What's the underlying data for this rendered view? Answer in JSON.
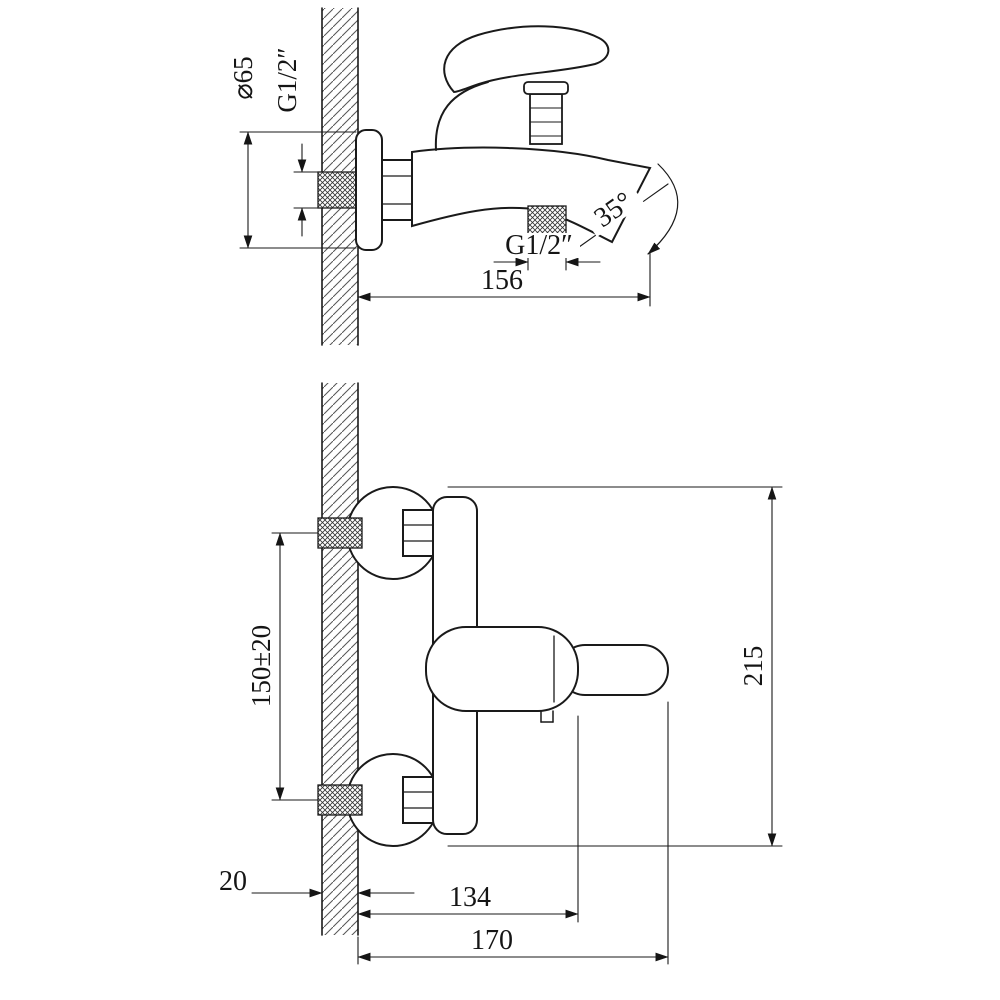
{
  "page": {
    "background": "#ffffff",
    "line_color": "#1a1a1a",
    "drawing_type": "bath-mixer-faucet-dimension-drawing"
  },
  "views": {
    "side_view": {
      "labels": {
        "flange_diameter": "⌀65",
        "wall_thread": "G1/2″",
        "spout_thread": "G1/2″",
        "spout_angle": "35°",
        "depth": "156"
      }
    },
    "front_view": {
      "labels": {
        "mount_spacing": "150±20",
        "overall_height": "215",
        "wall_thickness": "20",
        "body_depth": "134",
        "overall_depth": "170"
      }
    }
  }
}
